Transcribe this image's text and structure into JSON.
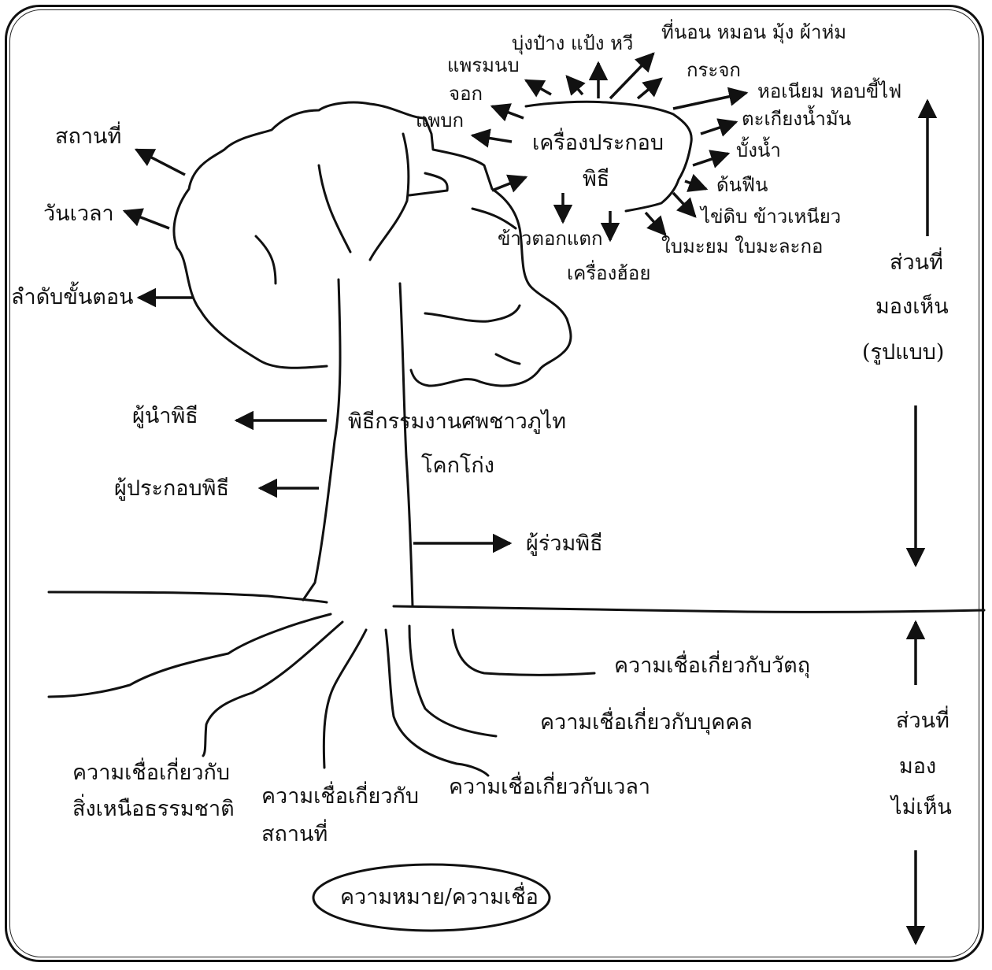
{
  "labels": {
    "prpamon": "แพรมนบ",
    "bungpang": "บุ่งป๋าง แป้ง หวี",
    "bedding": "ที่นอน หมอน มุ้ง ผ้าห่ม",
    "mirror": "กระจก",
    "jok": "จอก",
    "perfume": "หอเนียม หอบขี้ไฟ",
    "paebok": "แพบก",
    "oillamp": "ตะเกียงน้ำมัน",
    "ceremony_items": "เครื่องประกอบ",
    "ceremony_items2": "พิธี",
    "bamboo": "บั้งน้ำ",
    "firewood": "ด้นฟืน",
    "egg_rice": "ไข่ดิบ ข้าวเหนียว",
    "popcorn": "ข้าวตอกแตก",
    "leaves": "ใบมะยม ใบมะละกอ",
    "necklace": "เครื่องฮ้อย",
    "place": "สถานที่",
    "datetime": "วันเวลา",
    "steps": "ลำดับขั้นตอน",
    "leader": "ผู้นำพิธี",
    "performer": "ผู้ประกอบพิธี",
    "trunk_title": "พิธีกรรมงานศพชาวภูไท",
    "trunk_sub": "โคกโก่ง",
    "participants": "ผู้ร่วมพิธี",
    "visible_1": "ส่วนที่",
    "visible_2": "มองเห็น",
    "visible_3": "(รูปแบบ)",
    "belief_object": "ความเชื่อเกี่ยวกับวัตถุ",
    "belief_person": "ความเชื่อเกี่ยวกับบุคคล",
    "belief_time": "ความเชื่อเกี่ยวกับเวลา",
    "belief_super_1": "ความเชื่อเกี่ยวกับ",
    "belief_super_2": "สิ่งเหนือธรรมชาติ",
    "belief_place_1": "ความเชื่อเกี่ยวกับ",
    "belief_place_2": "สถานที่",
    "invisible_1": "ส่วนที่",
    "invisible_2": "มอง",
    "invisible_3": "ไม่เห็น",
    "meaning": "ความหมาย/ความเชื่อ"
  }
}
